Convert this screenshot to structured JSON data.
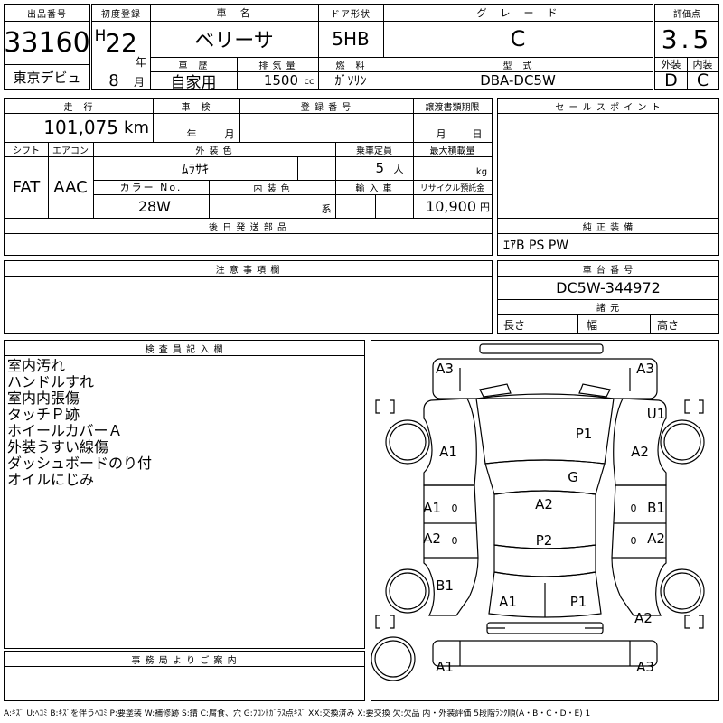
{
  "header": {
    "lot_label": "出品番号",
    "lot_value": "33160",
    "venue": "東京デビュ",
    "first_reg_label": "初度登録",
    "era": "H",
    "year": "22",
    "year_unit": "年",
    "month": "8",
    "month_unit": "月",
    "car_name_label": "車　名",
    "car_name": "ベリーサ",
    "door_label": "ドア形状",
    "door": "5HB",
    "grade_label": "グ　レ　ー　ド",
    "grade": "C",
    "score_label": "評価点",
    "score": "3.5",
    "history_label": "車　歴",
    "history": "自家用",
    "displacement_label": "排 気 量",
    "displacement": "1500",
    "displacement_unit": "cc",
    "fuel_label": "燃　料",
    "fuel": "ｶﾞｿﾘﾝ",
    "model_label": "型　式",
    "model": "DBA-DC5W",
    "exterior_label": "外装",
    "exterior": "D",
    "interior_label": "内装",
    "interior": "C"
  },
  "specs": {
    "mileage_label": "走　行",
    "mileage": "101,075",
    "mileage_unit": "km",
    "inspection_label": "車　検",
    "inspection_year_unit": "年",
    "inspection_month_unit": "月",
    "reg_no_label": "登 録 番 号",
    "transfer_label": "譲渡書類期限",
    "transfer_month_unit": "月",
    "transfer_day_unit": "日",
    "shift_label": "シフト",
    "shift": "FAT",
    "ac_label": "エアコン",
    "ac": "AAC",
    "color_label": "外 装 色",
    "color": "ﾑﾗｻｷ",
    "seats_label": "乗車定員",
    "seats": "5",
    "seats_unit": "人",
    "load_label": "最大積載量",
    "load_unit": "kg",
    "color_no_label": "カラー No.",
    "color_no": "28W",
    "int_color_label": "内 装 色",
    "int_color_unit": "系",
    "import_label": "輸 入 車",
    "recycle_label": "リサイクル預託金",
    "recycle": "10,900",
    "recycle_unit": "円",
    "later_parts_label": "後 日 発 送 部 品",
    "notices_label": "注 意 事 項 欄"
  },
  "sales": {
    "sales_points_label": "セ ー ル ス ポ イ ン ト",
    "equipment_label": "純 正 装 備",
    "equipment": "ｴｱB PS PW",
    "chassis_label": "車 台 番 号",
    "chassis": "DC5W-344972",
    "specs_label": "諸 元",
    "length_label": "長さ",
    "width_label": "幅",
    "height_label": "高さ"
  },
  "inspector": {
    "title": "検 査 員 記 入 欄",
    "notes": [
      "室内汚れ",
      "ハンドルすれ",
      "室内内張傷",
      "タッチＰ跡",
      "ホイールカバーＡ",
      "外装うすい線傷",
      "ダッシュボードのり付",
      "オイルにじみ"
    ]
  },
  "office": {
    "title": "事 務 局 よ り ご 案 内"
  },
  "diagram": {
    "marks": {
      "front_left": "A3",
      "front_right": "A3",
      "bonnet": "P1",
      "right_front_fender": "U1",
      "left_front_fender": "A1",
      "right_front_fender_lower": "A2",
      "windshield": "G",
      "left_front_door": "A1",
      "roof": "A2",
      "right_front_door": "B1",
      "left_rear_door": "A2",
      "rear_glass": "P2",
      "right_rear_door": "A2",
      "left_rear_fender": "B1",
      "tailgate_left": "A1",
      "tailgate_right": "P1",
      "right_rear_fender": "A2",
      "rear_left": "A1",
      "rear_right": "A3",
      "zero_left_front": "0",
      "zero_left_rear": "0",
      "zero_right_front": "0",
      "zero_right_rear": "0"
    }
  },
  "legend": "A:ｷｽﾞ U:ﾍｺﾐ B:ｷｽﾞを伴うﾍｺﾐ P:要塗装 W:補修跡 S:錆 C:腐食、穴 G:ﾌﾛﾝﾄｶﾞﾗｽ点ｷｽﾞ XX:交換済み X:要交換 欠:欠品 内・外装評価 5段階ﾗﾝｸ順(A・B・C・D・E) 1"
}
